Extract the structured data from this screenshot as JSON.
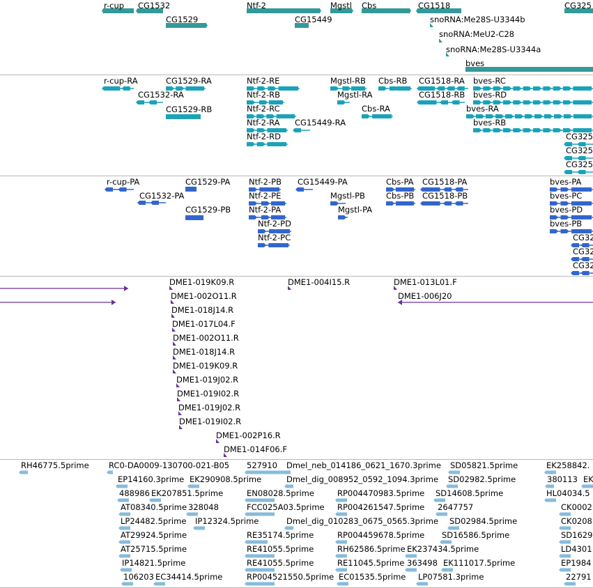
{
  "colors": {
    "gene": "#339999",
    "transcript": "#1aa3b8",
    "protein": "#3366cc",
    "clone": "#663399",
    "est": "#88bbdd",
    "separator": "#b8b8b8"
  },
  "tracks": [
    {
      "name": "gene-track",
      "items": [
        {
          "label": "r-cup"
        },
        {
          "label": "CG1532"
        },
        {
          "label": "CG1529"
        },
        {
          "label": "Ntf-2"
        },
        {
          "label": "CG15449"
        },
        {
          "label": "Mgstl"
        },
        {
          "label": "Cbs"
        },
        {
          "label": "CG1518"
        },
        {
          "label": "snoRNA:Me28S-U3344b"
        },
        {
          "label": "snoRNA:MeU2-C28"
        },
        {
          "label": "snoRNA:Me28S-U3344a"
        },
        {
          "label": "bves"
        },
        {
          "label": "CG325"
        }
      ]
    },
    {
      "name": "transcript-track",
      "items": [
        {
          "label": "r-cup-RA"
        },
        {
          "label": "CG1532-RA"
        },
        {
          "label": "CG1529-RA"
        },
        {
          "label": "CG1529-RB"
        },
        {
          "label": "Ntf-2-RE"
        },
        {
          "label": "Ntf-2-RB"
        },
        {
          "label": "Ntf-2-RC"
        },
        {
          "label": "Ntf-2-RA"
        },
        {
          "label": "Ntf-2-RD"
        },
        {
          "label": "CG15449-RA"
        },
        {
          "label": "Mgstl-RB"
        },
        {
          "label": "Mgstl-RA"
        },
        {
          "label": "Cbs-RB"
        },
        {
          "label": "Cbs-RA"
        },
        {
          "label": "CG1518-RA"
        },
        {
          "label": "CG1518-RB"
        },
        {
          "label": "bves-RC"
        },
        {
          "label": "bves-RD"
        },
        {
          "label": "bves-RA"
        },
        {
          "label": "bves-RB"
        },
        {
          "label": "CG325"
        },
        {
          "label": "CG325"
        },
        {
          "label": "CG325"
        }
      ]
    },
    {
      "name": "protein-track",
      "items": [
        {
          "label": "r-cup-PA"
        },
        {
          "label": "CG1532-PA"
        },
        {
          "label": "CG1529-PA"
        },
        {
          "label": "CG1529-PB"
        },
        {
          "label": "Ntf-2-PB"
        },
        {
          "label": "Ntf-2-PE"
        },
        {
          "label": "Ntf-2-PA"
        },
        {
          "label": "Ntf-2-PD"
        },
        {
          "label": "Ntf-2-PC"
        },
        {
          "label": "CG15449-PA"
        },
        {
          "label": "Mgstl-PB"
        },
        {
          "label": "Mgstl-PA"
        },
        {
          "label": "Cbs-PA"
        },
        {
          "label": "Cbs-PB"
        },
        {
          "label": "CG1518-PA"
        },
        {
          "label": "CG1518-PB"
        },
        {
          "label": "bves-PA"
        },
        {
          "label": "bves-PC"
        },
        {
          "label": "bves-PD"
        },
        {
          "label": "bves-PB"
        },
        {
          "label": "CG32"
        },
        {
          "label": "CG32"
        },
        {
          "label": "CG32"
        }
      ]
    },
    {
      "name": "clone-end-track",
      "items": [
        {
          "label": ""
        },
        {
          "label": ""
        },
        {
          "label": "DME1-019K09.R"
        },
        {
          "label": "DME1-002O11.R"
        },
        {
          "label": "DME1-018J14.R"
        },
        {
          "label": "DME1-017L04.F"
        },
        {
          "label": "DME1-002O11.R"
        },
        {
          "label": "DME1-018J14.R"
        },
        {
          "label": "DME1-019K09.R"
        },
        {
          "label": "DME1-019J02.R"
        },
        {
          "label": "DME1-019I02.R"
        },
        {
          "label": "DME1-019J02.R"
        },
        {
          "label": "DME1-019I02.R"
        },
        {
          "label": "DME1-002P16.R"
        },
        {
          "label": "DME1-014F06.F"
        },
        {
          "label": "DME1-004I15.R"
        },
        {
          "label": "DME1-013L01.F"
        },
        {
          "label": "DME1-006J20"
        }
      ]
    },
    {
      "name": "est-track",
      "items": [
        {
          "label": "RH46775.5prime"
        },
        {
          "label": "RC0-DA0009-130700-021-B05"
        },
        {
          "label": "EP14160.3prime"
        },
        {
          "label": "488986"
        },
        {
          "label": "AT08340.5prime"
        },
        {
          "label": "LP24482.5prime"
        },
        {
          "label": "AT29924.5prime"
        },
        {
          "label": "AT25715.5prime"
        },
        {
          "label": "IP14821.5prime"
        },
        {
          "label": "106203"
        },
        {
          "label": "EK290908.5prime"
        },
        {
          "label": "EK207851.5prime"
        },
        {
          "label": "328048"
        },
        {
          "label": "IP12324.5prime"
        },
        {
          "label": "EC34414.5prime"
        },
        {
          "label": "527910"
        },
        {
          "label": "EN08028.5prime"
        },
        {
          "label": "FCC025A03.5prime"
        },
        {
          "label": "RE35174.5prime"
        },
        {
          "label": "RE41055.5prime"
        },
        {
          "label": "RE41055.5prime"
        },
        {
          "label": "RP004521550.5prime"
        },
        {
          "label": "Dmel_neb_014186_0621_1670.3prime"
        },
        {
          "label": "RP004470983.5prime"
        },
        {
          "label": "RP004261547.5prime"
        },
        {
          "label": "Dmel_dig_008952_0592_1094.3prime"
        },
        {
          "label": "Dmel_dig_010283_0675_0565.3prime"
        },
        {
          "label": "RP004459678.5prime"
        },
        {
          "label": "RH62586.5prime"
        },
        {
          "label": "RE11045.5prime"
        },
        {
          "label": "EC01535.5prime"
        },
        {
          "label": "SD05821.5prime"
        },
        {
          "label": "SD02982.5prime"
        },
        {
          "label": "SD14608.5prime"
        },
        {
          "label": "2647757"
        },
        {
          "label": "SD02984.5prime"
        },
        {
          "label": "SD16586.5prime"
        },
        {
          "label": "EK237434.5prime"
        },
        {
          "label": "363498"
        },
        {
          "label": "EK111017.5prime"
        },
        {
          "label": "LP07581.3prime"
        },
        {
          "label": "EK258842."
        },
        {
          "label": "380113"
        },
        {
          "label": "EK"
        },
        {
          "label": "HL04034.5"
        },
        {
          "label": "CK0002"
        },
        {
          "label": "CK0208"
        },
        {
          "label": "SD1629"
        },
        {
          "label": "LD4301"
        },
        {
          "label": "EP1984"
        },
        {
          "label": "22791"
        }
      ]
    }
  ]
}
